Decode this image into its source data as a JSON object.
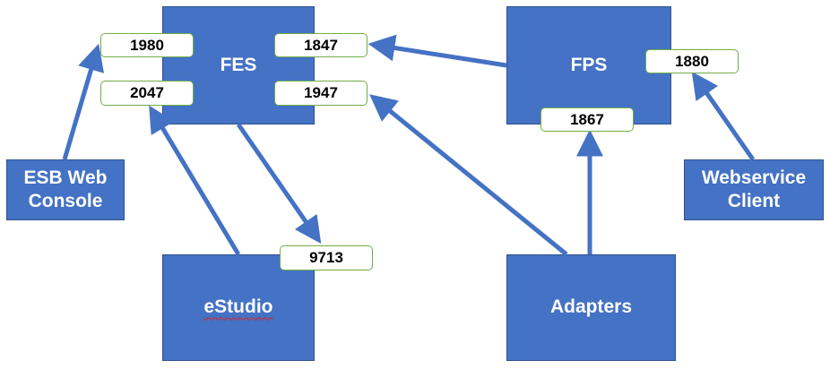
{
  "diagram": {
    "nodes": {
      "fes": {
        "label": "FES"
      },
      "fps": {
        "label": "FPS"
      },
      "esb_web_console": {
        "label_line1": "ESB Web",
        "label_line2": "Console"
      },
      "webservice_client": {
        "label_line1": "Webservice",
        "label_line2": "Client"
      },
      "estudio": {
        "label": "eStudio"
      },
      "adapters": {
        "label": "Adapters"
      }
    },
    "ports": {
      "fes_1980": "1980",
      "fes_1847": "1847",
      "fes_2047": "2047",
      "fes_1947": "1947",
      "fps_1880": "1880",
      "fps_1867": "1867",
      "estudio_9713": "9713"
    },
    "connections": [
      {
        "from": "ESB Web Console",
        "to": "FES",
        "port": "1980"
      },
      {
        "from": "eStudio",
        "to": "FES",
        "port": "2047"
      },
      {
        "from": "FES",
        "to": "eStudio",
        "port": "9713"
      },
      {
        "from": "FPS",
        "to": "FES",
        "port": "1847"
      },
      {
        "from": "Adapters",
        "to": "FES",
        "port": "1947"
      },
      {
        "from": "Adapters",
        "to": "FPS",
        "port": "1867"
      },
      {
        "from": "Webservice Client",
        "to": "FPS",
        "port": "1880"
      }
    ],
    "colors": {
      "node_fill": "#4472c4",
      "node_border": "#2f528f",
      "port_border": "#70ad47",
      "arrow": "#4472c4"
    }
  }
}
